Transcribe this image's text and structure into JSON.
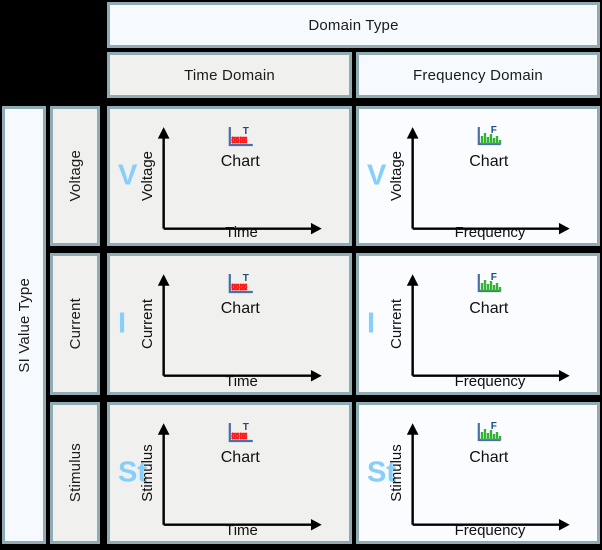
{
  "matrix": {
    "column_axis_title": "Domain Type",
    "row_axis_title": "SI Value Type",
    "columns": [
      {
        "id": "time",
        "label": "Time Domain",
        "x_axis_label": "Time",
        "icon": "time-chart-icon",
        "icon_letter": "T"
      },
      {
        "id": "frequency",
        "label": "Frequency Domain",
        "x_axis_label": "Frequency",
        "icon": "frequency-chart-icon",
        "icon_letter": "F"
      }
    ],
    "rows": [
      {
        "id": "voltage",
        "label": "Voltage",
        "symbol": "V"
      },
      {
        "id": "current",
        "label": "Current",
        "symbol": "I"
      },
      {
        "id": "stimulus",
        "label": "Stimulus",
        "symbol": "St"
      }
    ],
    "cells": [
      {
        "id": "voltage-time",
        "row": "Voltage",
        "column": "Time Domain",
        "symbol": "V",
        "y_axis_label": "Voltage",
        "x_axis_label": "Time",
        "chart_caption": "Chart",
        "icon": "time-chart-icon"
      },
      {
        "id": "voltage-freq",
        "row": "Voltage",
        "column": "Frequency Domain",
        "symbol": "V",
        "y_axis_label": "Voltage",
        "x_axis_label": "Frequency",
        "chart_caption": "Chart",
        "icon": "frequency-chart-icon"
      },
      {
        "id": "current-time",
        "row": "Current",
        "column": "Time Domain",
        "symbol": "I",
        "y_axis_label": "Current",
        "x_axis_label": "Time",
        "chart_caption": "Chart",
        "icon": "time-chart-icon"
      },
      {
        "id": "current-freq",
        "row": "Current",
        "column": "Frequency Domain",
        "symbol": "I",
        "y_axis_label": "Current",
        "x_axis_label": "Frequency",
        "chart_caption": "Chart",
        "icon": "frequency-chart-icon"
      },
      {
        "id": "stimulus-time",
        "row": "Stimulus",
        "column": "Time Domain",
        "symbol": "St",
        "y_axis_label": "Stimulus",
        "x_axis_label": "Time",
        "chart_caption": "Chart",
        "icon": "time-chart-icon"
      },
      {
        "id": "stimulus-freq",
        "row": "Stimulus",
        "column": "Frequency Domain",
        "symbol": "St",
        "y_axis_label": "Stimulus",
        "x_axis_label": "Frequency",
        "chart_caption": "Chart",
        "icon": "frequency-chart-icon"
      }
    ]
  },
  "colors": {
    "border": "#8fabb4",
    "background": "#000000",
    "header_fill": "#f6faff",
    "time_cell_fill": "#f0f0ee",
    "frequency_cell_fill": "#fafcff",
    "watermark": "#87cefa",
    "axis": "#000000",
    "time_icon_accent": "#ff1a1a",
    "time_icon_frame": "#4a6fa5",
    "frequency_icon_bars": "#32b432",
    "frequency_icon_letter": "#1a4a8c"
  }
}
